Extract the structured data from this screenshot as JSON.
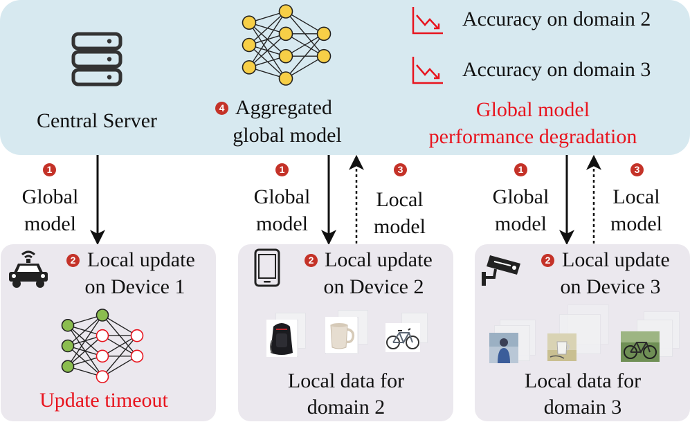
{
  "server": {
    "label": "Central Server",
    "aggregated_line1": "Aggregated",
    "aggregated_line2": "global model",
    "accuracy_domain2": "Accuracy on domain 2",
    "accuracy_domain3": "Accuracy on domain 3",
    "degradation_line1": "Global model",
    "degradation_line2": "performance degradation"
  },
  "steps": {
    "step1": "1",
    "step2": "2",
    "step3": "3",
    "step4": "4"
  },
  "arrows": {
    "global_line1": "Global",
    "global_line2": "model",
    "local_line1": "Local",
    "local_line2": "model"
  },
  "devices": [
    {
      "update_line1": "Local update",
      "update_line2": "on Device 1",
      "status": "Update timeout",
      "icon": "car-icon"
    },
    {
      "update_line1": "Local update",
      "update_line2": "on Device 2",
      "data_line1": "Local data for",
      "data_line2": "domain 2",
      "icon": "tablet-icon"
    },
    {
      "update_line1": "Local update",
      "update_line2": "on Device 3",
      "data_line1": "Local data for",
      "data_line2": "domain 3",
      "icon": "security-camera-icon"
    }
  ],
  "colors": {
    "server_panel": "#d7e9f0",
    "device_panel": "#ebe8ee",
    "badge": "#c43228",
    "warning_text": "#e8141e",
    "global_node": "#f7cf47",
    "client_node_active": "#8bbd4f",
    "client_node_timeout": "#e8141e"
  }
}
